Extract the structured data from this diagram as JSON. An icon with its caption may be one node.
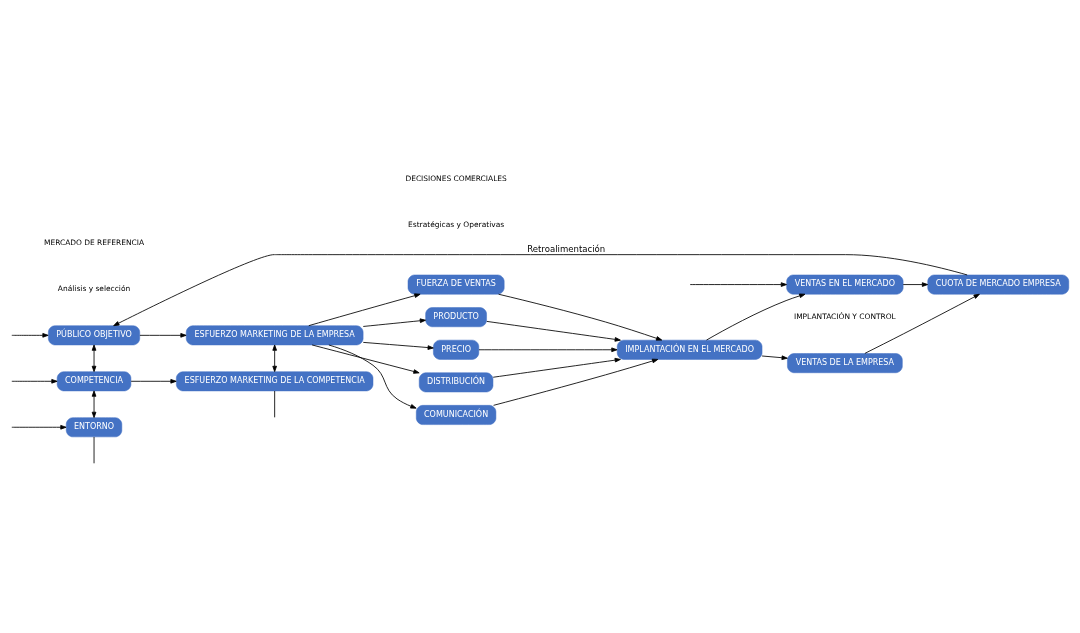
{
  "diagram": {
    "nodes": [
      {
        "text": [
          "PÚBLICO OBJETIVO"
        ]
      },
      {
        "text": [
          "COMPETENCIA"
        ]
      },
      {
        "text": [
          "ENTORNO"
        ]
      },
      {
        "text": [
          "ESFUERZO MARKETING DE LA EMPRESA"
        ]
      },
      {
        "text": [
          "ESFUERZO MARKETING DE LA COMPETENCIA"
        ]
      },
      {
        "text": [
          "PRODUCTO"
        ]
      },
      {
        "text": [
          "PRECIO"
        ]
      },
      {
        "text": [
          "DISTRIBUCIÓN"
        ]
      },
      {
        "text": [
          "COMUNICACIÓN"
        ]
      },
      {
        "text": [
          "FUERZA DE VENTAS"
        ]
      },
      {
        "text": [
          "IMPLANTACIÓN EN EL MERCADO"
        ]
      },
      {
        "text": [
          "VENTAS DE LA EMPRESA"
        ]
      },
      {
        "text": [
          "VENTAS EN EL MERCADO"
        ]
      },
      {
        "text": [
          "CUOTA DE MERCADO EMPRESA"
        ]
      }
    ],
    "edges": [
      {
        "from": null,
        "to": 0,
        "arrow": "to"
      },
      {
        "from": null,
        "to": 1,
        "arrow": "to"
      },
      {
        "from": null,
        "to": 2,
        "arrow": "to"
      },
      {
        "from": 0,
        "to": 3,
        "arrow": "to"
      },
      {
        "from": 0,
        "to": 1,
        "arrow": "both"
      },
      {
        "from": 1,
        "to": 2,
        "arrow": "both"
      },
      {
        "from": 1,
        "to": 4,
        "arrow": "to"
      },
      {
        "from": 3,
        "to": 4,
        "arrow": "both"
      },
      {
        "from": 3,
        "to": 5,
        "arrow": "to"
      },
      {
        "from": 3,
        "to": 6,
        "arrow": "to"
      },
      {
        "from": 3,
        "to": 7,
        "arrow": "to"
      },
      {
        "from": 3,
        "to": 8,
        "arrow": "to"
      },
      {
        "from": 3,
        "to": 9,
        "arrow": "to"
      },
      {
        "from": 5,
        "to": 10,
        "arrow": "to"
      },
      {
        "from": 6,
        "to": 10,
        "arrow": "to"
      },
      {
        "from": 7,
        "to": 10,
        "arrow": "to"
      },
      {
        "from": 8,
        "to": 10,
        "arrow": "to"
      },
      {
        "from": 9,
        "to": 10,
        "arrow": "to"
      },
      {
        "from": 10,
        "to": 11,
        "arrow": "to"
      },
      {
        "from": 10,
        "to": 12,
        "arrow": "to"
      },
      {
        "from": 11,
        "to": 13,
        "arrow": "to"
      },
      {
        "from": 12,
        "to": 13,
        "arrow": "to"
      },
      {
        "from": 13,
        "to": 0,
        "arrow": "to",
        "label": "Retroalimentación"
      },
      {
        "from": 2,
        "to": null,
        "arrow": "none"
      },
      {
        "from": 4,
        "to": null,
        "arrow": "none"
      },
      {
        "from": null,
        "to": 12,
        "arrow": "to"
      }
    ],
    "labels": [
      "MERCADO DE REFERENCIA",
      "DECISIONES COMERCIALES",
      "IMPLANTACIÓN Y CONTROL",
      "Análisis y selección",
      "Estratégicas y Operativas"
    ]
  }
}
